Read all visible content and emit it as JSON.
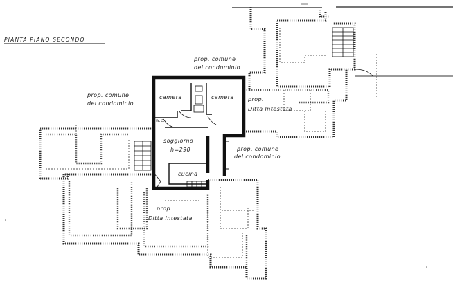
{
  "title": "PIANTA  PIANO SECONDO",
  "labels": {
    "prop_comune_top_l1": "prop. comune",
    "prop_comune_top_l2": "del condominio",
    "prop_comune_left_l1": "prop. comune",
    "prop_comune_left_l2": "del condominio",
    "prop_ditta_right_l1": "prop.",
    "prop_ditta_right_l2": "Ditta  Intestata",
    "prop_comune_right_l1": "prop. comune",
    "prop_comune_right_l2": "del condominio",
    "prop_ditta_bottom_l1": "prop.",
    "prop_ditta_bottom_l2": "Ditta  Intestata",
    "camera_left": "camera",
    "camera_right": "camera",
    "wc": "w.c.",
    "soggiorno": "soggiorno",
    "height": "h=290",
    "cucina": "cucina"
  },
  "colors": {
    "ink": "#111111",
    "paper": "#ffffff"
  }
}
